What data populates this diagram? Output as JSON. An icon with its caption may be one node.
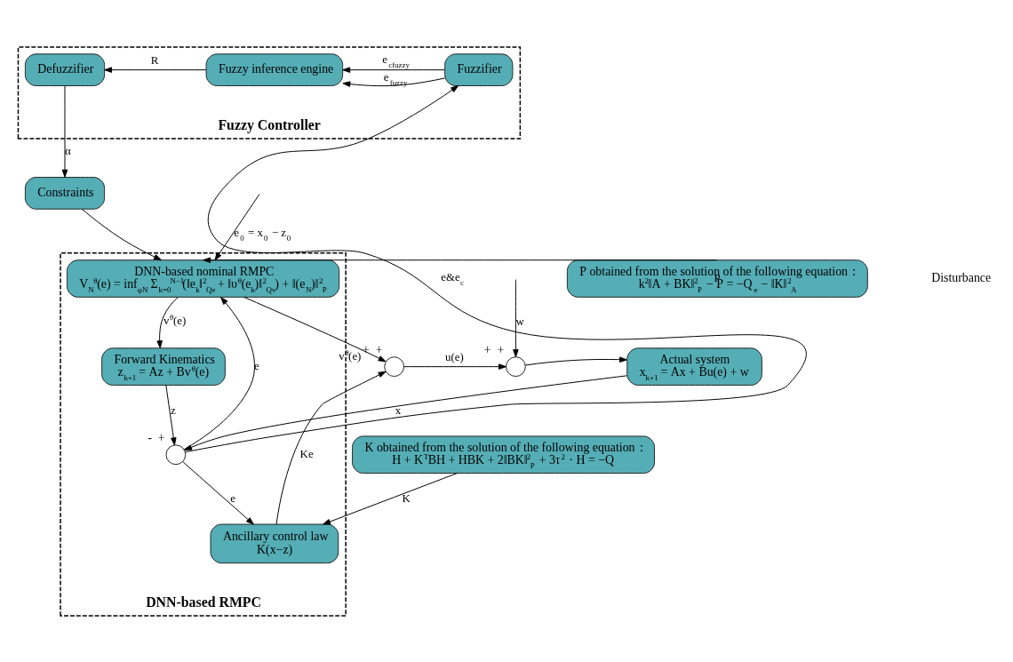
{
  "diagram": {
    "nodes": [
      {
        "text": [
          "Fuzzy Controller"
        ]
      },
      {
        "text": [
          "Defuzzifier"
        ],
        "in": 0
      },
      {
        "text": [
          "Fuzzy inference engine"
        ],
        "in": 0
      },
      {
        "text": [
          "Fuzzifier"
        ],
        "in": 0
      },
      {
        "text": [
          "Constraints"
        ]
      },
      {
        "text": [
          "DNN-based RMPC"
        ]
      },
      {
        "text": [
          "DNN-based nominal RMPC",
          "V$_{N}$$^{θ}$(e) = inf$_{φN}$ Σ$_{k=0}$$^{N−1}$(‖e$_{k}$‖$^{2}$$_{Qe}$ + ‖υ$^{θ}$(e$_{k}$)‖$^{2}$$_{Qv}$) + ‖(e$_{N}$)‖$^{2}$$_{P}$"
        ],
        "in": 5
      },
      {
        "text": [
          "Forward Kinematics",
          "z$_{k+1}$ = Az + Bv$^{θ}$(e)"
        ],
        "in": 5
      },
      {
        "text": [],
        "shape": "circle",
        "in": 5,
        "beside": [
          "-",
          "+"
        ]
      },
      {
        "text": [
          "Ancillary control law",
          "K(x−z)"
        ],
        "in": 5
      },
      {
        "text": [
          "P obtained from the solution of the following equation：",
          "k$^{2}$‖A + BK‖$^{2}$$_{P}$ − P = −Q$_{e}$ − ‖K‖$^{2}$$_{A}$"
        ]
      },
      {
        "text": [
          "K obtained from the solution of the following equation：",
          "H + K$^{T}$BH + HBK + 2‖BK‖$^{2}$$_{P}$ + 3τ$^{2}$ · H = −Q"
        ]
      },
      {
        "text": [],
        "shape": "circle",
        "beside": [
          "+",
          "+"
        ]
      },
      {
        "text": [],
        "shape": "circle",
        "beside": [
          "+",
          "+"
        ]
      },
      {
        "text": [
          "Actual system",
          "x$_{k+1}$ = Ax + Bu(e) + w"
        ]
      }
    ],
    "edges": [
      {
        "from": 3,
        "to": 2,
        "arrow": "to",
        "label": "e$_{fuzzy}$"
      },
      {
        "from": 3,
        "to": 2,
        "arrow": "to",
        "label": "e$_{cfuzzy}$"
      },
      {
        "from": 2,
        "to": 1,
        "arrow": "to",
        "label": "R"
      },
      {
        "from": 1,
        "to": 4,
        "arrow": "to",
        "label": "α"
      },
      {
        "from": 4,
        "to": 6,
        "arrow": "to"
      },
      {
        "from": null,
        "to": 6,
        "arrow": "to",
        "label": "e$_{0}$ = x$_{0}$ − z$_{0}$"
      },
      {
        "from": 10,
        "to": 6,
        "arrow": "to",
        "label": "P"
      },
      {
        "from": 8,
        "to": 6,
        "arrow": "to",
        "label": "e"
      },
      {
        "from": 8,
        "to": 3,
        "arrow": "to",
        "label": "e&e$_{c}$"
      },
      {
        "from": 6,
        "to": 7,
        "arrow": "to",
        "label": "v$^{θ}$(e)"
      },
      {
        "from": 6,
        "to": 12,
        "arrow": "to",
        "label": "v$^{θ}$(e)"
      },
      {
        "from": 7,
        "to": 8,
        "arrow": "to",
        "label": "z"
      },
      {
        "from": 14,
        "to": 8,
        "arrow": "to",
        "label": "x"
      },
      {
        "from": 8,
        "to": 9,
        "arrow": "to",
        "label": "e"
      },
      {
        "from": 11,
        "to": 9,
        "arrow": "to",
        "label": "K"
      },
      {
        "from": 9,
        "to": 12,
        "arrow": "to",
        "label": "Ke"
      },
      {
        "from": 12,
        "to": 13,
        "arrow": "to",
        "label": "u(e)"
      },
      {
        "from": null,
        "to": 13,
        "arrow": "to",
        "label": "w"
      },
      {
        "from": 13,
        "to": 14,
        "arrow": "to"
      }
    ],
    "labels": [
      "Disturbance"
    ]
  }
}
